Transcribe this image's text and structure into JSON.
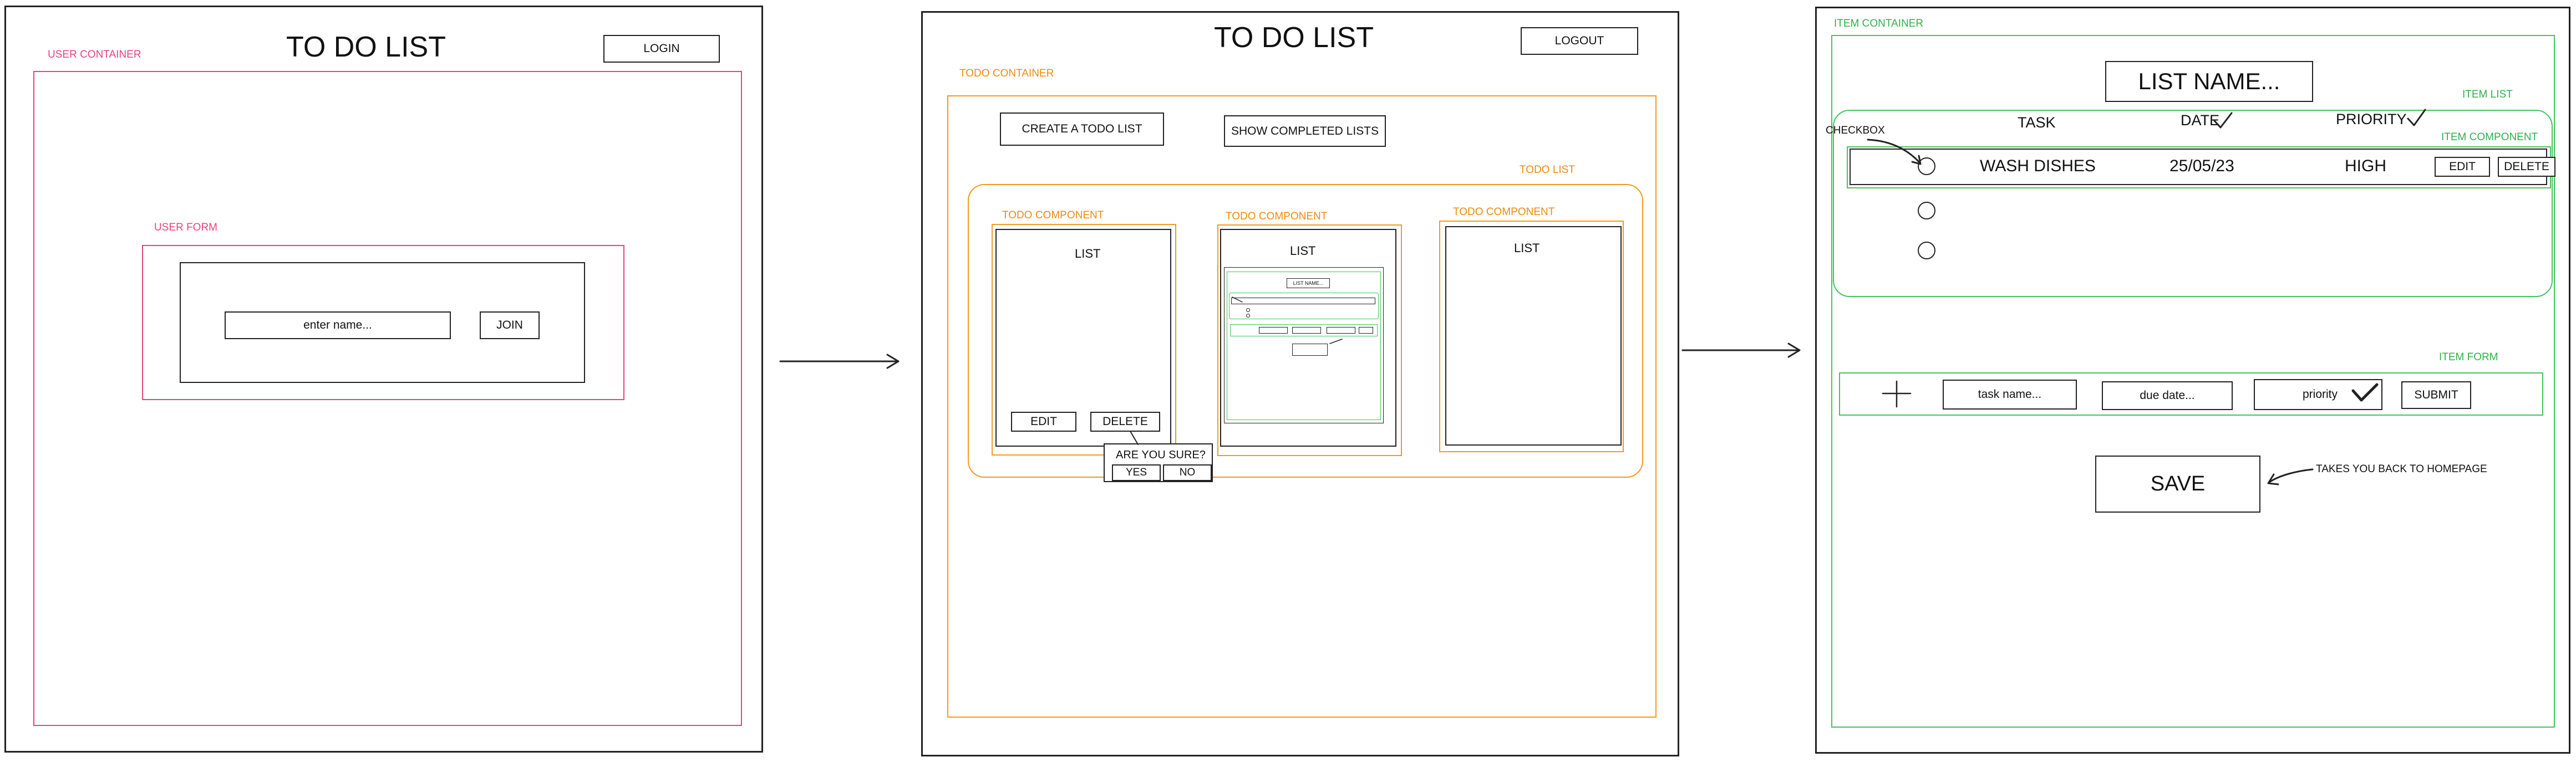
{
  "screen1": {
    "title": "TO DO LIST",
    "login_label": "LOGIN",
    "container_label": "USER CONTAINER",
    "form_label": "USER FORM",
    "name_placeholder": "enter name...",
    "join_label": "JOIN"
  },
  "screen2": {
    "title": "TO DO LIST",
    "logout_label": "LOGOUT",
    "container_label": "TODO CONTAINER",
    "create_label": "CREATE A TODO LIST",
    "show_completed_label": "SHOW COMPLETED LISTS",
    "list_label": "TODO LIST",
    "components": [
      {
        "label": "TODO COMPONENT",
        "title": "LIST"
      },
      {
        "label": "TODO COMPONENT",
        "title": "LIST"
      },
      {
        "label": "TODO COMPONENT",
        "title": "LIST"
      }
    ],
    "edit_label": "EDIT",
    "delete_label": "DELETE",
    "confirm": {
      "question": "ARE YOU SURE?",
      "yes": "YES",
      "no": "NO"
    },
    "thumb": {
      "list_name": "LIST NAME..."
    }
  },
  "screen3": {
    "container_label": "ITEM CONTAINER",
    "list_name": "LIST NAME...",
    "item_list_label": "ITEM LIST",
    "item_component_label": "ITEM COMPONENT",
    "checkbox_note": "CHECKBOX",
    "headers": {
      "task": "TASK",
      "date": "DATE",
      "priority": "PRIORITY"
    },
    "row": {
      "task": "WASH DISHES",
      "date": "25/05/23",
      "priority": "HIGH",
      "edit": "EDIT",
      "delete": "DELETE"
    },
    "item_form_label": "ITEM FORM",
    "task_placeholder": "task name...",
    "due_placeholder": "due date...",
    "priority_placeholder": "priority",
    "submit_label": "SUBMIT",
    "save_label": "SAVE",
    "save_note": "TAKES YOU BACK TO HOMEPAGE"
  },
  "colors": {
    "pink": "#e6457a",
    "orange": "#f29a1f",
    "green": "#43c45c",
    "ink": "#222222"
  }
}
